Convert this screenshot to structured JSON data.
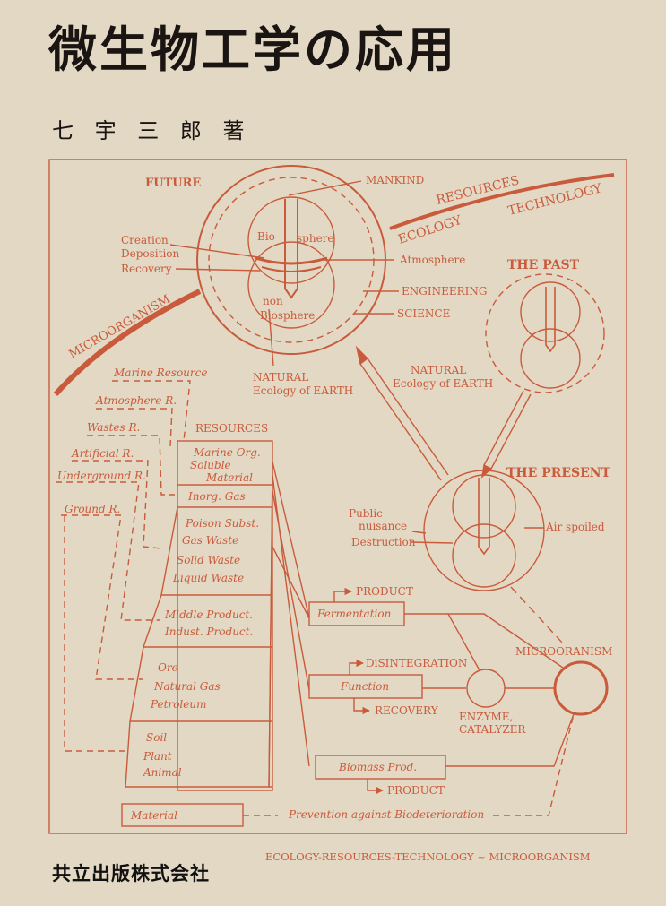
{
  "book": {
    "title": "微生物工学の応用",
    "author": "七 宇 三 郎 著",
    "publisher": "共立出版株式会社"
  },
  "colors": {
    "background": "#e3d8c3",
    "diagram": "#c95b3c",
    "text": "#1a1512"
  },
  "diagram": {
    "future": "FUTURE",
    "mankind": "MANKIND",
    "bio": "Bio-",
    "sphere": "sphere",
    "non": "non",
    "biosphere": "Biosphere",
    "creation": "Creation",
    "deposition": "Deposition",
    "recovery": "Recovery",
    "atmosphere": "Atmosphere",
    "engineering": "ENGINEERING",
    "science": "SCIENCE",
    "resources_band": "RESOURCES",
    "technology_band": "TECHNOLOGY",
    "ecology_band": "ECOLOGY",
    "microorganism_band": "MICROORGANISM",
    "the_past": "THE PAST",
    "the_present": "THE PRESENT",
    "natural_1": "NATURAL",
    "ecology_earth_1": "Ecology of EARTH",
    "natural_2": "NATURAL",
    "ecology_earth_2": "Ecology of EARTH",
    "public": "Public",
    "nuisance": "nuisance",
    "destruction": "Destruction",
    "air_spoiled": "Air spoiled",
    "resources_title": "RESOURCES",
    "r_labels": [
      "Marine Resource",
      "Atmosphere R.",
      "Wastes R.",
      "Artificial R.",
      "Underground R.",
      "Ground R."
    ],
    "box_marine_org": "Marine Org.",
    "box_soluble": "Soluble",
    "box_material": "Material",
    "box_inorg_gas": "Inorg. Gas",
    "box_poison": "Poison Subst.",
    "box_gas_waste": "Gas Waste",
    "box_solid_waste": "Solid Waste",
    "box_liquid_waste": "Liquid Waste",
    "box_middle": "Middle Product.",
    "box_indust": "Indust. Product.",
    "box_ore": "Ore",
    "box_natural_gas": "Natural Gas",
    "box_petroleum": "Petroleum",
    "box_soil": "Soil",
    "box_plant": "Plant",
    "box_animal": "Animal",
    "product_1": "PRODUCT",
    "fermentation": "Fermentation",
    "disintegration": "DiSINTEGRATION",
    "function": "Function",
    "recovery_2": "RECOVERY",
    "enzyme": "ENZYME,",
    "catalyzer": "CATALYZER",
    "microoranism": "MICROORANISM",
    "biomass": "Biomass Prod.",
    "product_2": "PRODUCT",
    "material_box": "Material",
    "prevention": "Prevention against Biodeterioration",
    "footer": "ECOLOGY-RESOURCES-TECHNOLOGY ~ MICROORGANISM"
  }
}
